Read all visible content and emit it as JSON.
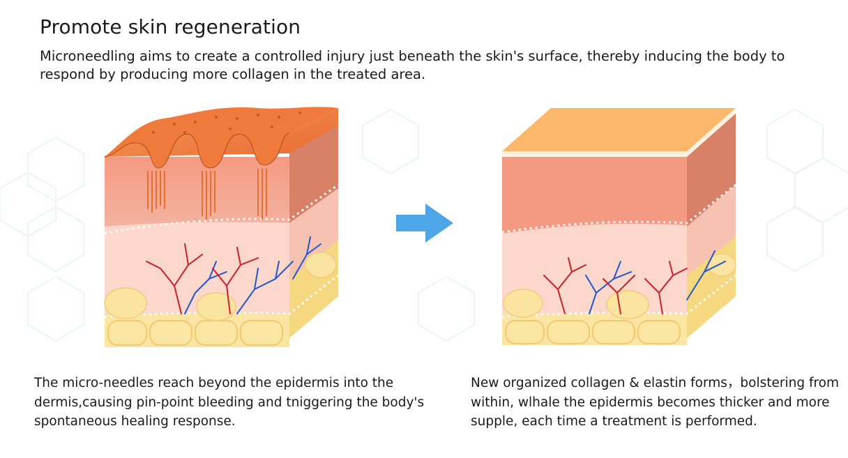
{
  "title": "Promote skin regeneration",
  "intro": "Microneedling aims to create a controlled injury just beneath the skin's surface, thereby inducing the body to respond by producing more collagen in the treated area.",
  "captions": {
    "before": "The micro-needles reach beyond the epidermis into the dermis,causing pin-point bleeding and tniggering the body's spontaneous healing response.",
    "after": "New organized collagen & elastin forms，bolstering from within, wlhale the epidermis becomes thicker and more supple, each time a treatment is performed."
  },
  "arrow": {
    "icon": "right-arrow-icon",
    "color": "#4da6e8"
  },
  "colors": {
    "epidermis_top": "#f07a3c",
    "epidermis_after": "#fbb86a",
    "dermis": "#f4a48a",
    "dermis_lower": "#fbd7cc",
    "fat": "#fbe5a2",
    "artery": "#c8202a",
    "vein": "#2255c8"
  }
}
